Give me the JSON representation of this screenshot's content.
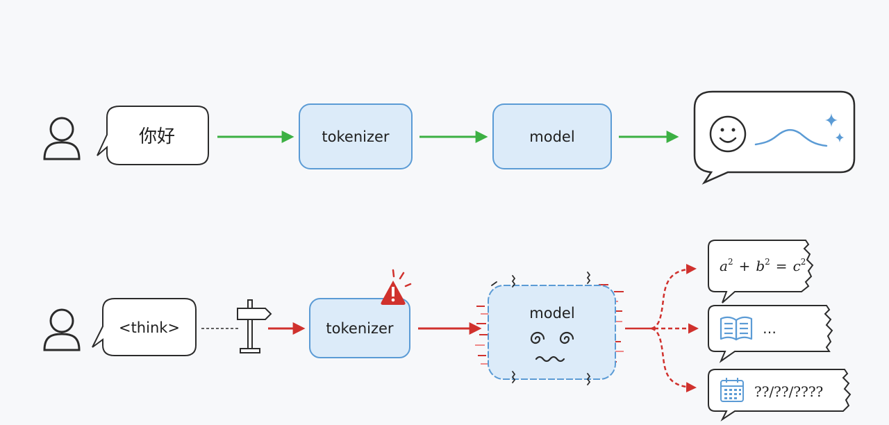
{
  "top_row": {
    "user_message": "你好",
    "tokenizer_label": "tokenizer",
    "model_label": "model"
  },
  "bottom_row": {
    "user_message": "<think>",
    "tokenizer_label": "tokenizer",
    "model_label": "model",
    "outputs": {
      "formula_base_a": "a",
      "formula_exp_a": "2",
      "formula_plus": "+",
      "formula_base_b": "b",
      "formula_exp_b": "2",
      "formula_equals": "=",
      "formula_base_c": "c",
      "formula_exp_c": "2",
      "book_text": "…",
      "date_text": "??/??/????"
    }
  },
  "colors": {
    "ok_arrow": "#3cb043",
    "error_arrow": "#d0312d",
    "box_fill": "#dcebf9",
    "box_stroke": "#5b9bd5",
    "accent_blue": "#5b9bd5",
    "outline": "#2b2b2b"
  },
  "icons": [
    "user-icon",
    "smiley-icon",
    "sparkle-icon",
    "signpost-icon",
    "warning-icon",
    "confused-face-icon",
    "book-icon",
    "calendar-icon"
  ]
}
